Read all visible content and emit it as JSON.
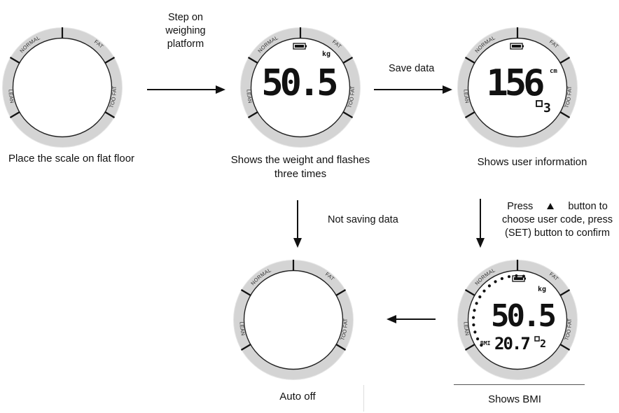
{
  "ring_labels": {
    "top_left": "NORMAL",
    "top_right": "FAT",
    "left": "LEAN",
    "right": "TOO FAT"
  },
  "screens": {
    "weight": {
      "value": "50.5",
      "unit": "kg"
    },
    "user_info": {
      "value": "156",
      "unit": "cm",
      "user_code": "3"
    },
    "bmi": {
      "value": "50.5",
      "unit": "kg",
      "bmi_label": "BMI",
      "bmi_value": "20.7",
      "user_code": "2"
    }
  },
  "captions": {
    "step1": "Place the scale on flat floor",
    "step2_line1": "Shows the weight and flashes",
    "step2_line2": "three times",
    "step3": "Shows user information",
    "step4": "Shows BMI",
    "step5": "Auto off"
  },
  "transitions": {
    "step_on_line1": "Step on",
    "step_on_line2": "weighing",
    "step_on_line3": "platform",
    "save_data": "Save data",
    "not_saving": "Not saving data",
    "press_line1_a": "Press",
    "press_line1_b": "button to",
    "press_line2": "choose user code, press",
    "press_line3": "(SET) button to confirm"
  },
  "colors": {
    "ring": "#d9d9d9",
    "ink": "#111111"
  },
  "icons": [
    "battery-icon",
    "up-arrow-icon",
    "bmi-dots-icon"
  ]
}
